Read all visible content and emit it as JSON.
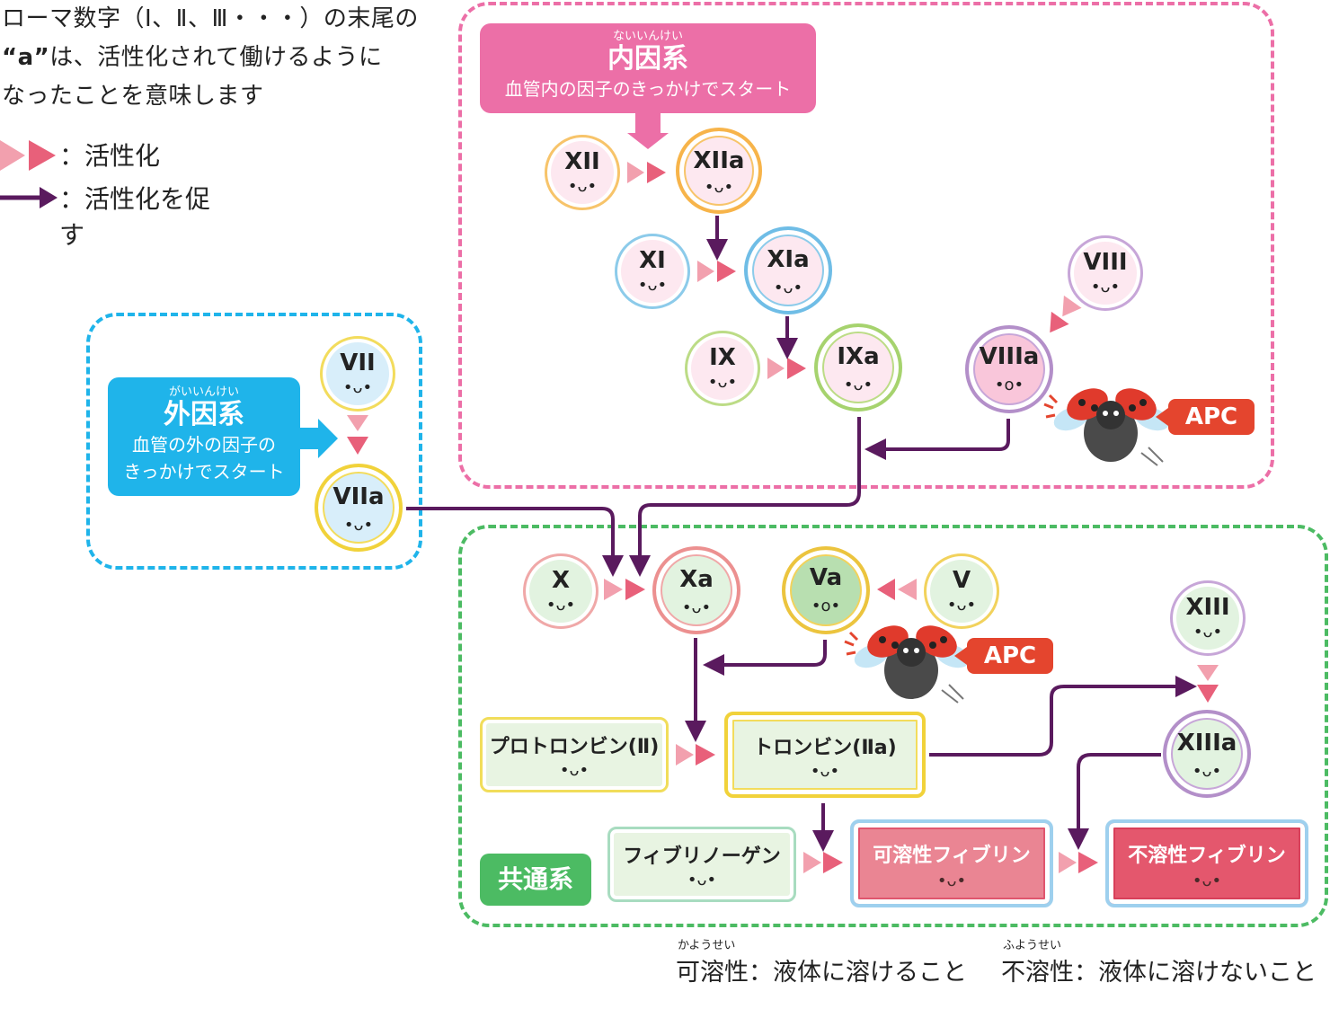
{
  "note": {
    "line1": "ローマ数字（Ⅰ、Ⅱ、Ⅲ・・・）の末尾の",
    "line2_a": "“a”",
    "line2_rest": "は、活性化されて働けるように",
    "line3": "なったことを意味します"
  },
  "legend": {
    "activate": "：活性化",
    "promote": "：活性化を促す"
  },
  "intrinsic": {
    "ruby": "ないいんけい",
    "title": "内因系",
    "desc": "血管内の因子のきっかけでスタート"
  },
  "extrinsic": {
    "ruby": "がいいんけい",
    "title": "外因系",
    "desc1": "血管の外の因子の",
    "desc2": "きっかけでスタート"
  },
  "common": {
    "title": "共通系"
  },
  "factors": {
    "xii": "XII",
    "xiia": "XIIa",
    "xi": "XI",
    "xia": "XIa",
    "ix": "IX",
    "ixa": "IXa",
    "viii": "VIII",
    "viiia": "VIIIa",
    "vii": "VII",
    "viia": "VIIa",
    "x": "X",
    "xa": "Xa",
    "va": "Va",
    "v": "V",
    "xiii": "XIII",
    "xiiia": "XIIIa"
  },
  "boxes": {
    "prothrombin": "プロトロンビン(Ⅱ)",
    "thrombin": "トロンビン(Ⅱa)",
    "fibrinogen": "フィブリノーゲン",
    "soluble_fibrin": "可溶性フィブリン",
    "insoluble_fibrin": "不溶性フィブリン"
  },
  "apc": {
    "upper": "APC",
    "lower": "APC"
  },
  "footer": {
    "soluble_ruby": "かようせい",
    "soluble": "可溶性：液体に溶けること",
    "insoluble_ruby": "ふようせい",
    "insoluble": "不溶性：液体に溶けないこと"
  },
  "colors": {
    "intrinsic": "#ec6fa7",
    "extrinsic": "#1fb4ea",
    "common": "#4cbb63",
    "promote_arrow": "#5a1a5e",
    "activate_arrow": "#e8607a",
    "apc": "#e4452e"
  }
}
